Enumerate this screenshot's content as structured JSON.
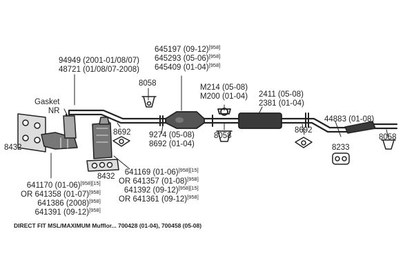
{
  "diagram": {
    "pipe_front": [
      "94949 (2001-01/08/07)",
      "48721 (01/08/07-2008)"
    ],
    "resonator": [
      {
        "text": "645197 (09-12)",
        "note": "[958]"
      },
      {
        "text": "645293 (05-06)",
        "note": "[958]"
      },
      {
        "text": "645409 (01-04)",
        "note": "[958]"
      }
    ],
    "clamp_left_top": "8058",
    "gasket_label": [
      "Gasket",
      "NR"
    ],
    "manifold_left": "8432",
    "hanger_left": "8692",
    "pipe_mid": [
      "9274 (05-08)",
      "8692 (01-04)"
    ],
    "muffler_clamp_ids": [
      "M214 (05-08)",
      "M200 (01-04)"
    ],
    "clamp_mid": "8058",
    "muffler": [
      "2411 (05-08)",
      "2381 (01-04)"
    ],
    "hanger_right": "8692",
    "tailpipe": "44883 (01-08)",
    "insulator": "8233",
    "clamp_right": "8058",
    "manifold_bottom": "8432",
    "converters_left": [
      {
        "text": "641170 (01-06)",
        "note": "[958][15]"
      },
      {
        "text": "OR 641358 (01-07)",
        "note": "[958]"
      },
      {
        "text": "641386 (2008)",
        "note": "[958]"
      },
      {
        "text": "641391 (09-12)",
        "note": "[958]"
      }
    ],
    "converters_right": [
      {
        "text": "641169 (01-06)",
        "note": "[958][15]"
      },
      {
        "text": "OR 641357 (01-08)",
        "note": "[958]"
      },
      {
        "text": "641392 (09-12)",
        "note": "[958][15]"
      },
      {
        "text": "OR 641361 (09-12)",
        "note": "[958]"
      }
    ],
    "footer": "DIRECT FIT MSL/MAXIMUM Mufflor... 700428 (01-04), 700458 (05-08)"
  }
}
